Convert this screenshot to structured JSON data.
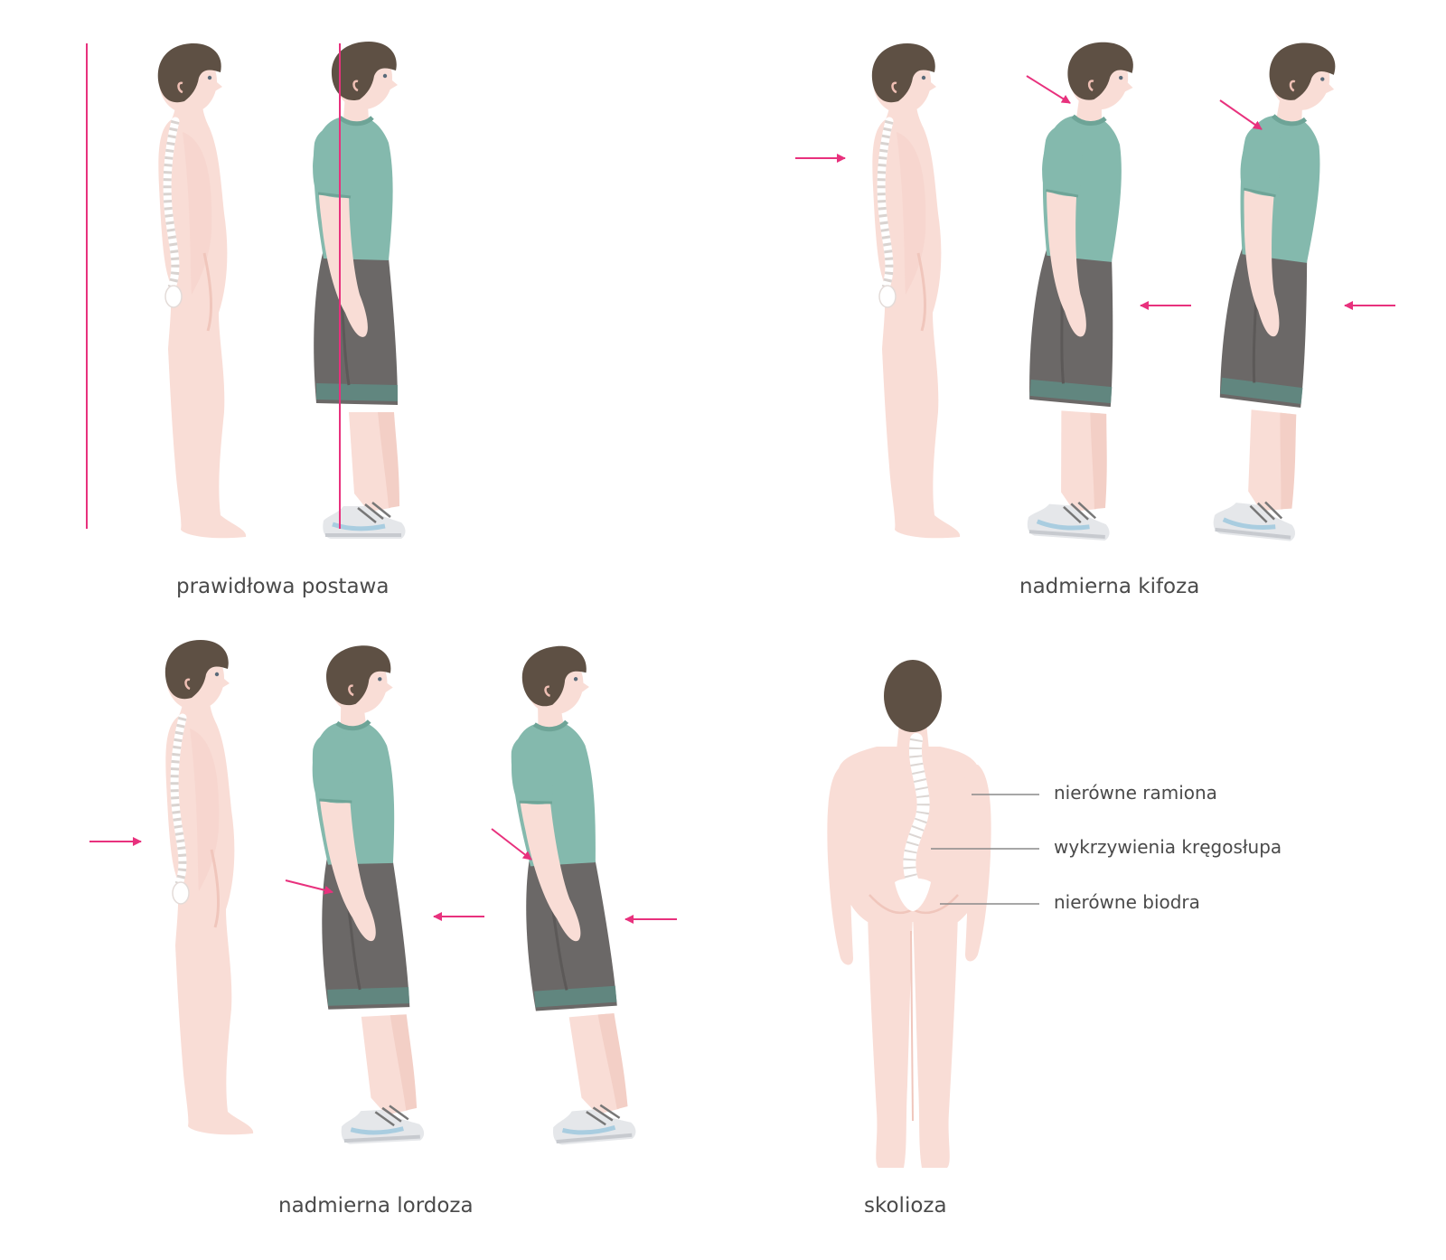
{
  "panels": {
    "normal": {
      "caption": "prawidłowa postawa"
    },
    "kyphosis": {
      "caption": "nadmierna kifoza"
    },
    "lordosis": {
      "caption": "nadmierna lordoza"
    },
    "scoliosis": {
      "caption": "skolioza",
      "labels": [
        "nierówne ramiona",
        "wykrzywienia kręgosłupa",
        "nierówne biodra"
      ]
    }
  },
  "colors": {
    "skin": "#f9ddd6",
    "skin_shade": "#f3cfc6",
    "hair": "#5e5044",
    "shirt": "#84b9ad",
    "shirt_dark": "#6ea497",
    "shorts": "#6b6867",
    "shorts_band": "#5f8c84",
    "shoe": "#e5e7ea",
    "shoe_accent": "#a9cde0",
    "spine": "#ffffff",
    "accent": "#e8317d",
    "leader": "#8a8a8a",
    "text": "#4a4a4a"
  }
}
